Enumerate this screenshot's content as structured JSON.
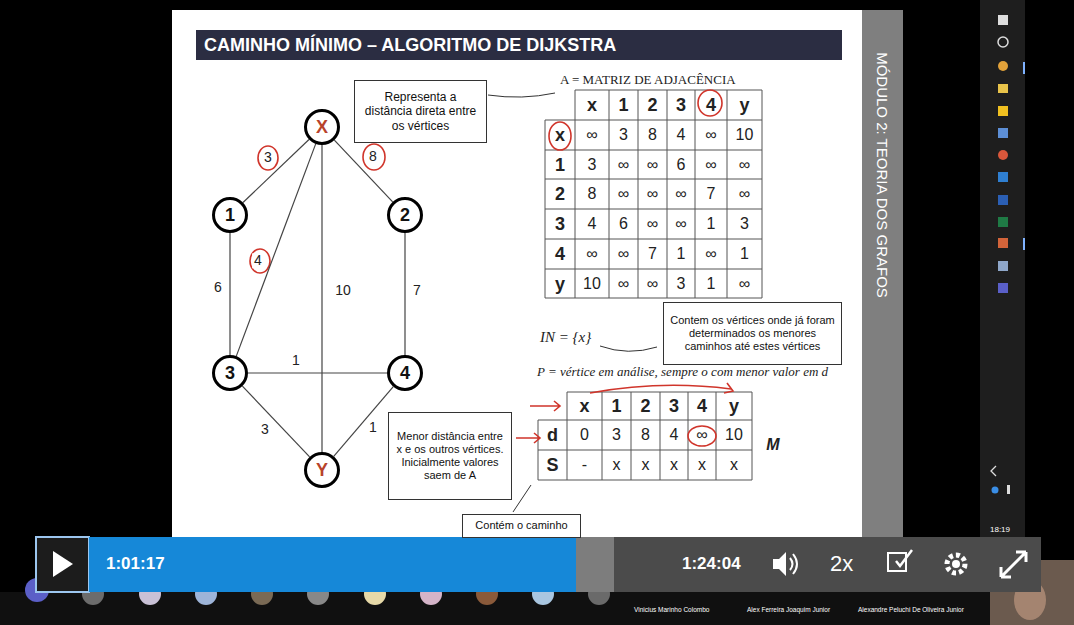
{
  "diagram": {
    "title": "CAMINHO MÍNIMO – ALGORITMO DE DIJKSTRA",
    "nodes": [
      {
        "text": [
          "X"
        ]
      },
      {
        "text": [
          "1"
        ]
      },
      {
        "text": [
          "2"
        ]
      },
      {
        "text": [
          "3"
        ]
      },
      {
        "text": [
          "4"
        ]
      },
      {
        "text": [
          "Y"
        ]
      },
      {
        "text": [
          "Representa a distância direta entre os vértices"
        ]
      },
      {
        "text": [
          "Contem os vértices onde já foram determinados os menores caminhos até estes vértices"
        ]
      },
      {
        "text": [
          "Menor distância entre x e os outros vértices. Inicialmente valores saem de A"
        ]
      },
      {
        "text": [
          "Contém o caminho"
        ]
      }
    ],
    "edges": [
      {
        "from": 0,
        "to": 1,
        "arrow": "none",
        "label": "3"
      },
      {
        "from": 0,
        "to": 2,
        "arrow": "none",
        "label": "8"
      },
      {
        "from": 0,
        "to": 3,
        "arrow": "none",
        "label": "4"
      },
      {
        "from": 0,
        "to": 5,
        "arrow": "none",
        "label": "10"
      },
      {
        "from": 1,
        "to": 3,
        "arrow": "none",
        "label": "6"
      },
      {
        "from": 2,
        "to": 4,
        "arrow": "none",
        "label": "7"
      },
      {
        "from": 3,
        "to": 4,
        "arrow": "none",
        "label": "1"
      },
      {
        "from": 3,
        "to": 5,
        "arrow": "none",
        "label": "3"
      },
      {
        "from": 4,
        "to": 5,
        "arrow": "none",
        "label": "1"
      }
    ],
    "labels": [
      "A = MATRIZ DE ADJACÊNCIA",
      "x",
      "1",
      "2",
      "3",
      "4",
      "y",
      "x",
      "∞",
      "3",
      "8",
      "4",
      "∞",
      "10",
      "1",
      "3",
      "∞",
      "∞",
      "6",
      "∞",
      "∞",
      "2",
      "8",
      "∞",
      "∞",
      "∞",
      "7",
      "∞",
      "3",
      "4",
      "6",
      "∞",
      "∞",
      "1",
      "3",
      "4",
      "∞",
      "∞",
      "7",
      "1",
      "∞",
      "1",
      "y",
      "10",
      "∞",
      "∞",
      "3",
      "1",
      "∞",
      "IN = {x}",
      "P = vértice em análise, sempre o com menor valor em d",
      "x",
      "1",
      "2",
      "3",
      "4",
      "y",
      "d",
      "0",
      "3",
      "8",
      "4",
      "∞",
      "10",
      "S",
      "-",
      "x",
      "x",
      "x",
      "x",
      "x",
      "M",
      "MÓDULO 2: TEORIA DOS GRAFOS",
      "1:01:17",
      "1:24:04",
      "2x",
      "18:19",
      "Vinicius Marinho Colombo",
      "Alex Ferreira Joaquim Junior",
      "Alexandre Peluchi De Oliveira Junior"
    ]
  }
}
